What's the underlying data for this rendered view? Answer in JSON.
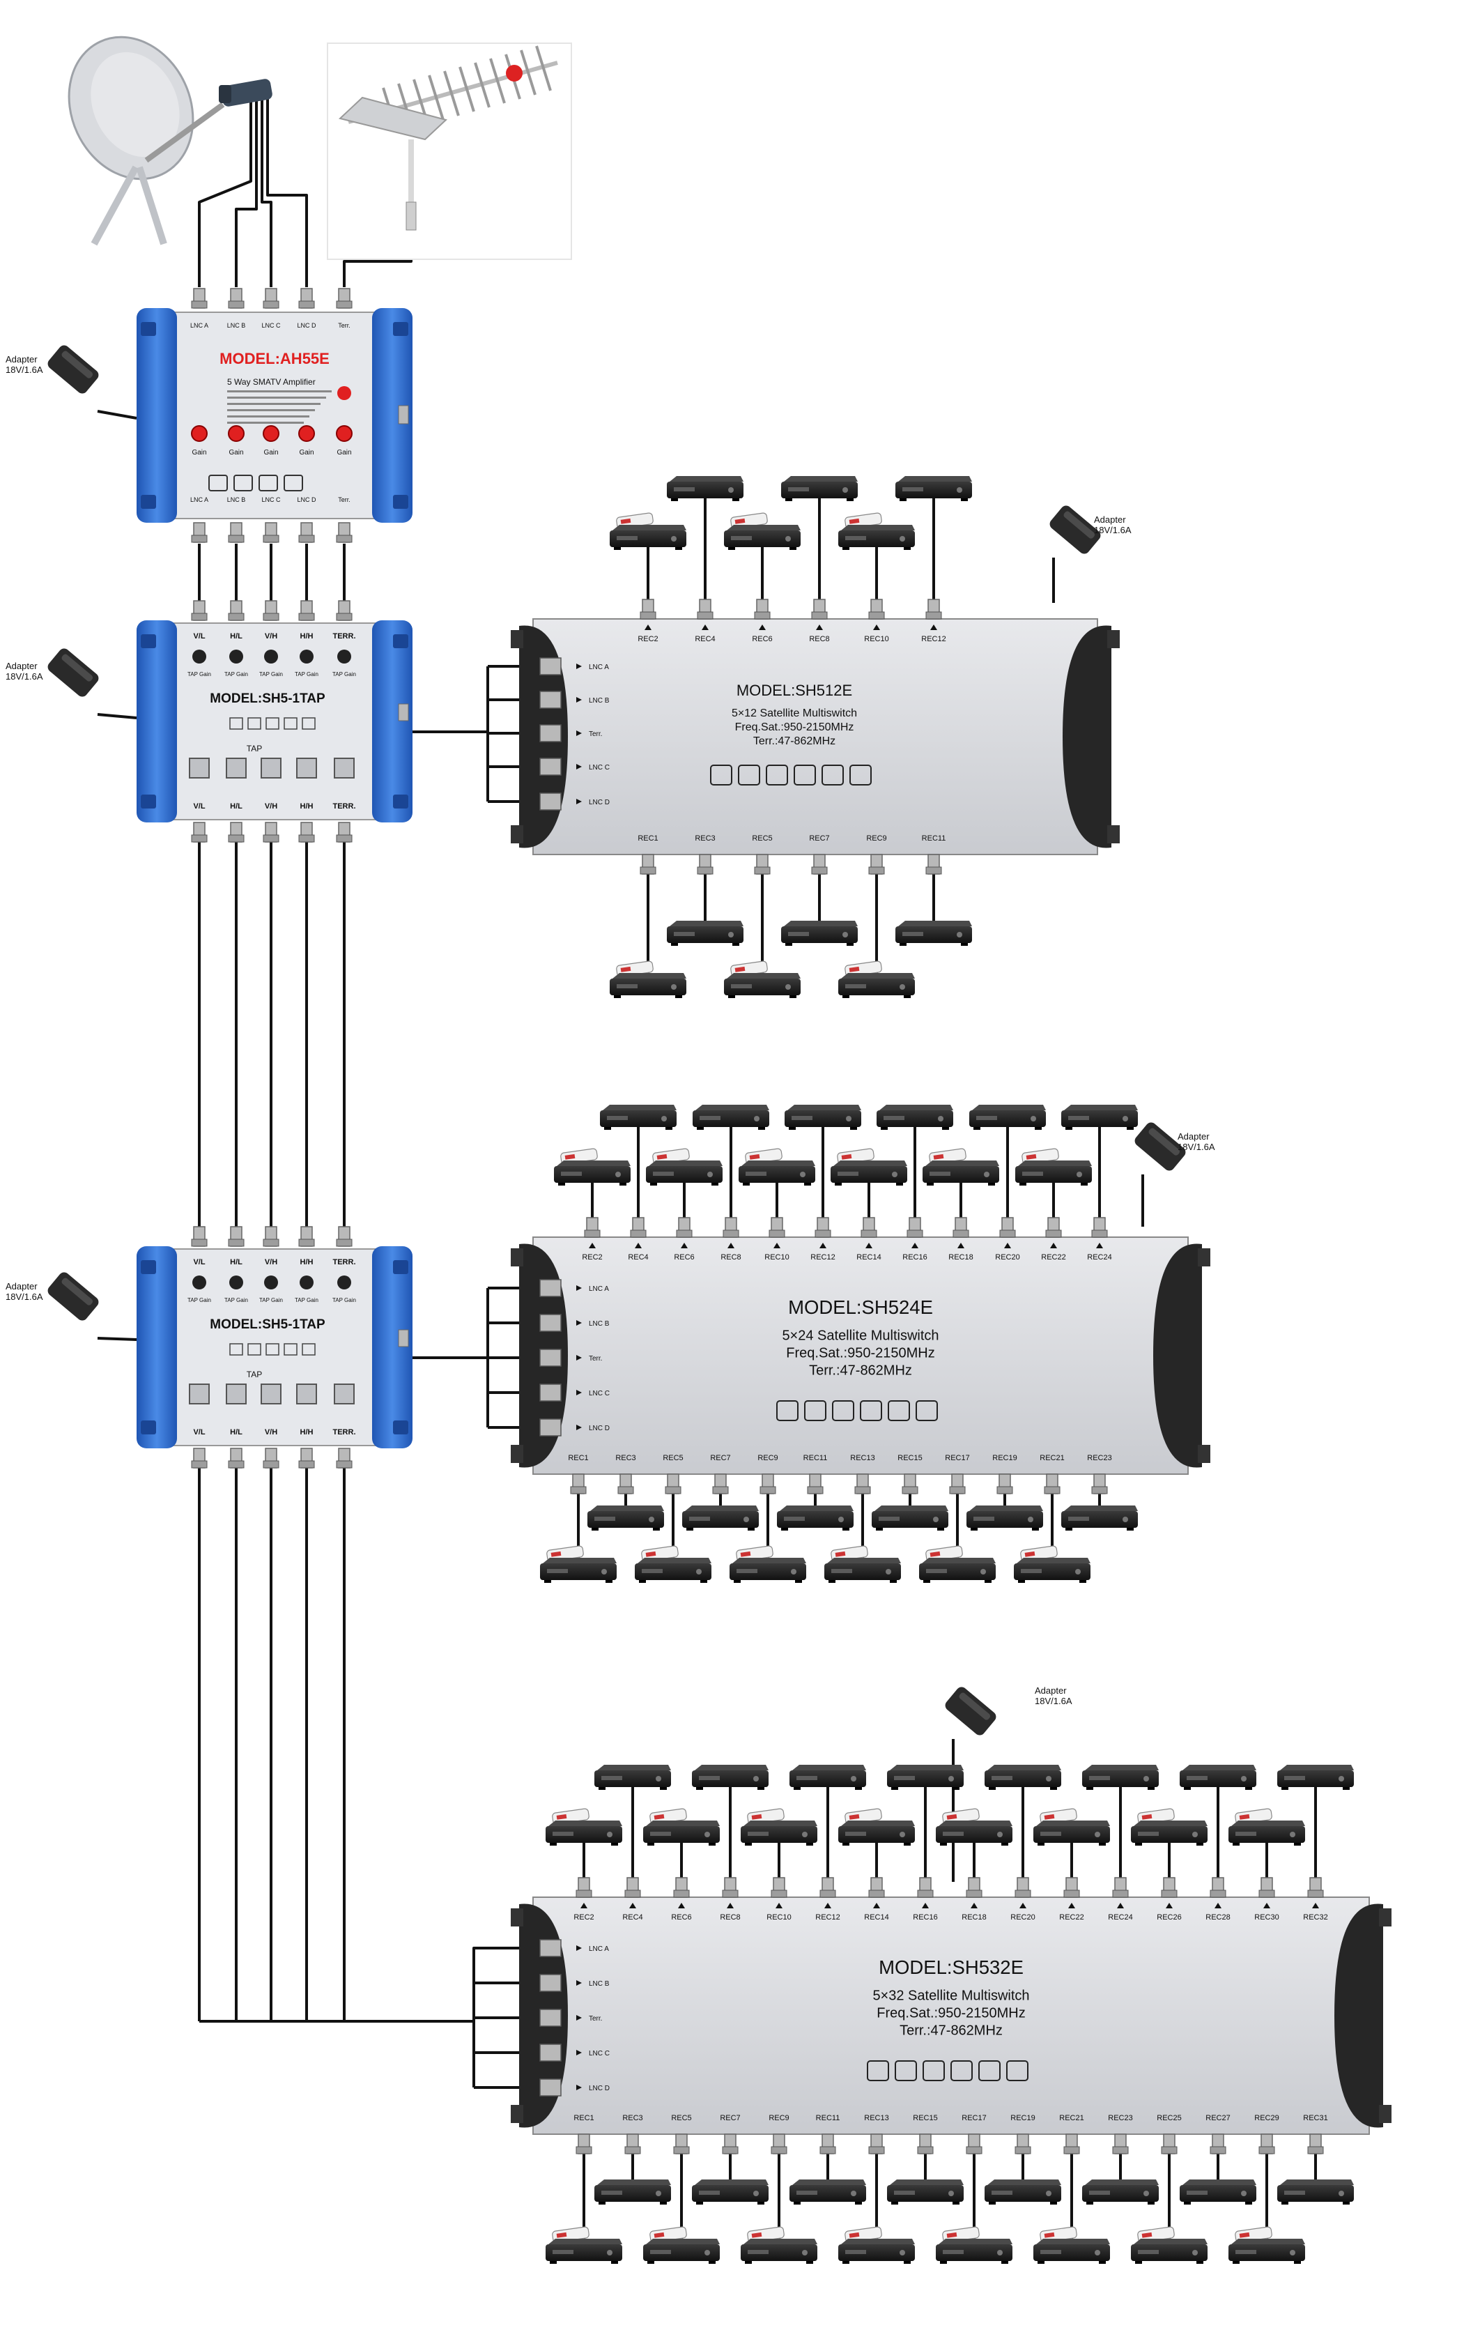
{
  "colors": {
    "amp_blue": "#2f6fd0",
    "amp_body": "#e6e8ec",
    "switch_body": "#d7d9dd",
    "switch_dark": "#262626",
    "cable": "#111111",
    "connector": "#b9b9b9",
    "receiver": "#1f1f1f",
    "remote": "#f1f1f1",
    "red_knob": "#e02020"
  },
  "icons": {
    "dish": "satellite-dish-icon",
    "antenna": "terrestrial-antenna-icon",
    "adapter": "power-adapter-icon",
    "receiver": "set-top-box-icon",
    "remote": "remote-control-icon"
  },
  "adapter_label": [
    "Adapter",
    "18V/1.6A"
  ],
  "amplifier": {
    "model": "MODEL:AH55E",
    "subtitle": "5 Way SMATV Amplifier",
    "inputs": [
      "LNC A",
      "LNC B",
      "LNC C",
      "LNC D",
      "Terr."
    ],
    "outputs": [
      "LNC A",
      "LNC B",
      "LNC C",
      "LNC D",
      "Terr."
    ],
    "gain_label": "Gain"
  },
  "taps": [
    {
      "model": "MODEL:SH5-1TAP",
      "top_labels": [
        "V/L",
        "H/L",
        "V/H",
        "H/H",
        "TERR."
      ],
      "bottom_labels": [
        "V/L",
        "H/L",
        "V/H",
        "H/H",
        "TERR."
      ],
      "tap_label": "TAP",
      "tap_gain": "TAP Gain"
    },
    {
      "model": "MODEL:SH5-1TAP",
      "top_labels": [
        "V/L",
        "H/L",
        "V/H",
        "H/H",
        "TERR."
      ],
      "bottom_labels": [
        "V/L",
        "H/L",
        "V/H",
        "H/H",
        "TERR."
      ],
      "tap_label": "TAP",
      "tap_gain": "TAP Gain"
    }
  ],
  "switches": [
    {
      "model": "MODEL:SH512E",
      "desc": "5×12 Satellite Multiswitch",
      "freq_sat": "Freq.Sat.:950-2150MHz",
      "freq_terr": "Terr.:47-862MHz",
      "inputs": [
        "LNC A",
        "LNC B",
        "Terr.",
        "LNC C",
        "LNC D"
      ],
      "top_recs": [
        "REC2",
        "REC4",
        "REC6",
        "REC8",
        "REC10",
        "REC12"
      ],
      "bottom_recs": [
        "REC1",
        "REC3",
        "REC5",
        "REC7",
        "REC9",
        "REC11"
      ]
    },
    {
      "model": "MODEL:SH524E",
      "desc": "5×24 Satellite Multiswitch",
      "freq_sat": "Freq.Sat.:950-2150MHz",
      "freq_terr": "Terr.:47-862MHz",
      "inputs": [
        "LNC A",
        "LNC B",
        "Terr.",
        "LNC C",
        "LNC D"
      ],
      "top_recs": [
        "REC2",
        "REC4",
        "REC6",
        "REC8",
        "REC10",
        "REC12",
        "REC14",
        "REC16",
        "REC18",
        "REC20",
        "REC22",
        "REC24"
      ],
      "bottom_recs": [
        "REC1",
        "REC3",
        "REC5",
        "REC7",
        "REC9",
        "REC11",
        "REC13",
        "REC15",
        "REC17",
        "REC19",
        "REC21",
        "REC23"
      ]
    },
    {
      "model": "MODEL:SH532E",
      "desc": "5×32 Satellite Multiswitch",
      "freq_sat": "Freq.Sat.:950-2150MHz",
      "freq_terr": "Terr.:47-862MHz",
      "inputs": [
        "LNC A",
        "LNC B",
        "Terr.",
        "LNC C",
        "LNC D"
      ],
      "top_recs": [
        "REC2",
        "REC4",
        "REC6",
        "REC8",
        "REC10",
        "REC12",
        "REC14",
        "REC16",
        "REC18",
        "REC20",
        "REC22",
        "REC24",
        "REC26",
        "REC28",
        "REC30",
        "REC32"
      ],
      "bottom_recs": [
        "REC1",
        "REC3",
        "REC5",
        "REC7",
        "REC9",
        "REC11",
        "REC13",
        "REC15",
        "REC17",
        "REC19",
        "REC21",
        "REC23",
        "REC25",
        "REC27",
        "REC29",
        "REC31"
      ]
    }
  ]
}
